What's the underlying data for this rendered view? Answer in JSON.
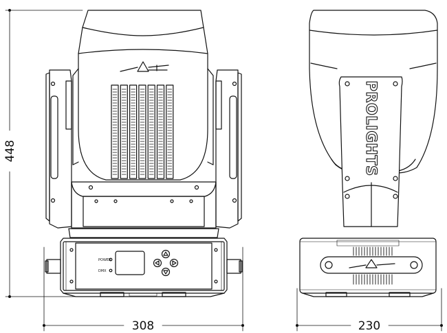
{
  "dimensions": {
    "height": "448",
    "front_width": "308",
    "side_depth": "230"
  },
  "front_view": {
    "panel": {
      "label_power": "POWER",
      "label_dmx": "DMX"
    }
  },
  "side_view": {
    "brand": "PROLIGHTS"
  },
  "colors": {
    "line": "#111111",
    "background": "#ffffff"
  }
}
